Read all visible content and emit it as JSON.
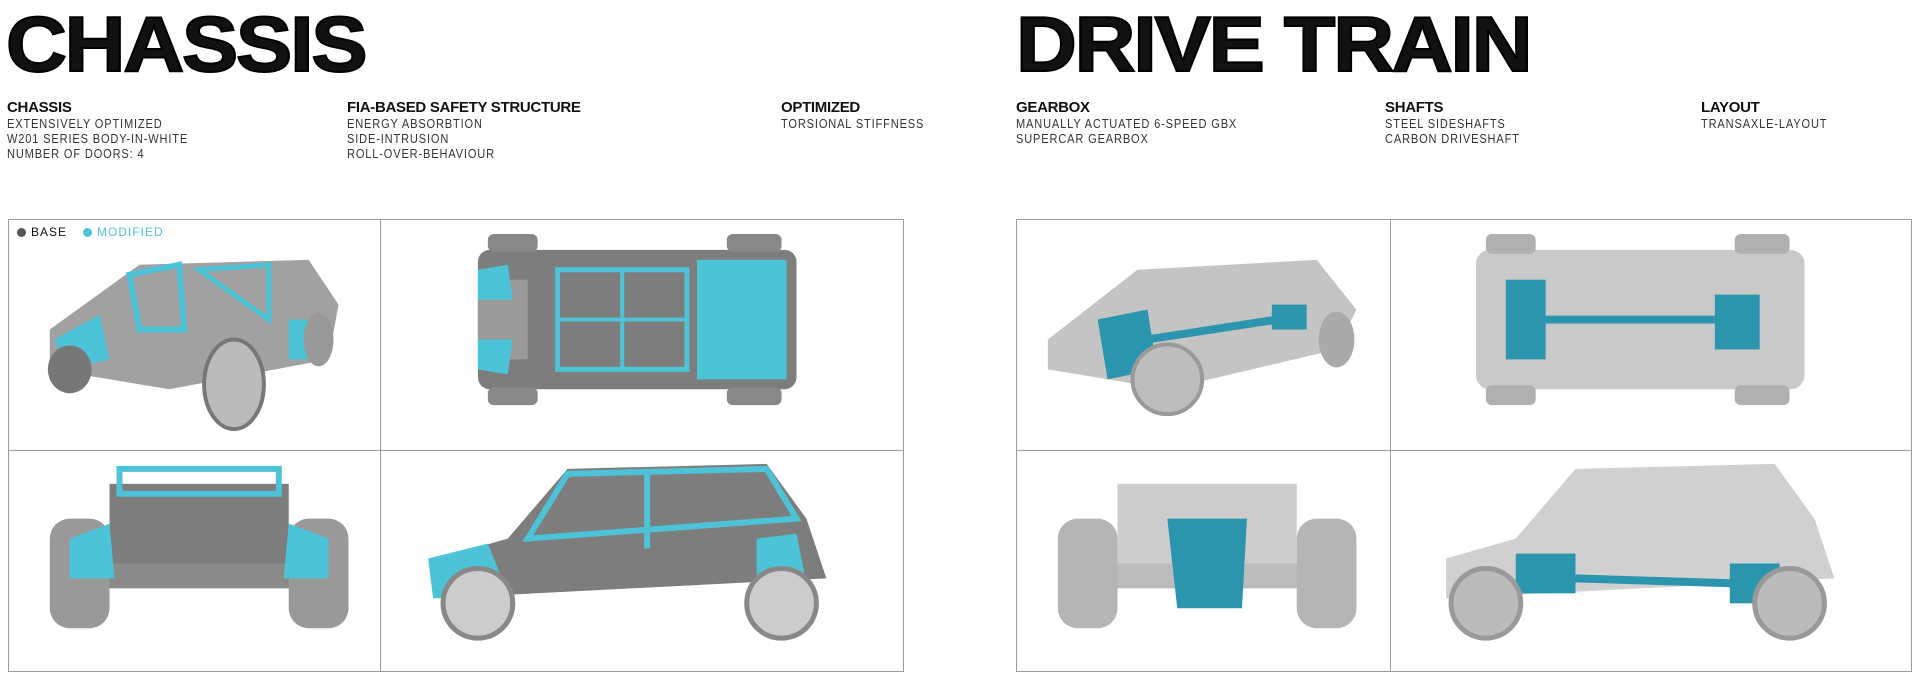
{
  "chassis": {
    "title": "CHASSIS",
    "columns": [
      {
        "heading": "CHASSIS",
        "lines": [
          "EXTENSIVELY OPTIMIZED",
          "W201 SERIES BODY-IN-WHITE",
          "NUMBER OF DOORS: 4"
        ]
      },
      {
        "heading": "FIA-BASED SAFETY STRUCTURE",
        "lines": [
          "ENERGY ABSORBTION",
          "SIDE-INTRUSION",
          "ROLL-OVER-BEHAVIOUR"
        ]
      },
      {
        "heading": "OPTIMIZED",
        "lines": [
          "TORSIONAL STIFFNESS"
        ]
      }
    ],
    "legend": [
      {
        "label": "BASE",
        "color": "#555555"
      },
      {
        "label": "MODIFIED",
        "color": "#4cc3d6"
      }
    ]
  },
  "drivetrain": {
    "title": "DRIVE TRAIN",
    "columns": [
      {
        "heading": "GEARBOX",
        "lines": [
          "MANUALLY ACTUATED 6-SPEED GBX",
          "SUPERCAR GEARBOX"
        ]
      },
      {
        "heading": "SHAFTS",
        "lines": [
          "STEEL SIDESHAFTS",
          "CARBON DRIVESHAFT"
        ]
      },
      {
        "heading": "LAYOUT",
        "lines": [
          "TRANSAXLE-LAYOUT"
        ]
      }
    ]
  },
  "colors": {
    "modified": "#4cc3d6",
    "base": "#6b6b6b",
    "drivetrain": "#2a95ad"
  }
}
